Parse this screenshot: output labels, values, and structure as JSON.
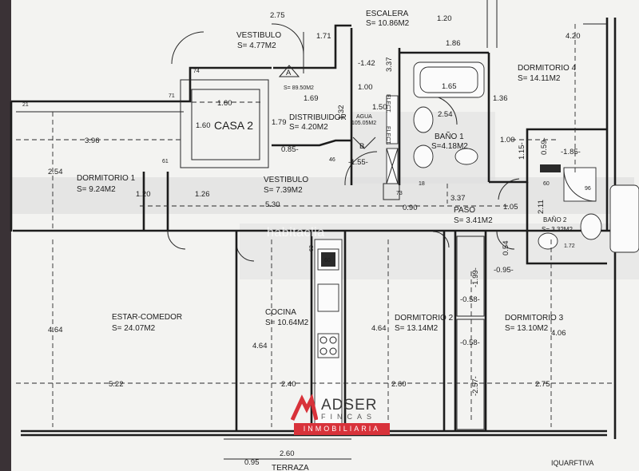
{
  "rooms": {
    "vestibulo_top": {
      "name": "VESTIBULO",
      "area": "S= 4.77M2"
    },
    "escalera": {
      "name": "ESCALERA",
      "area": "S= 10.86M2"
    },
    "distribuidor": {
      "name": "DISTRIBUIDOR",
      "area": "S= 4.20M2"
    },
    "casa": {
      "name": "CASA 2"
    },
    "bano1": {
      "name": "BAÑO 1",
      "area": "S=4.18M2"
    },
    "dormitorio4": {
      "name": "DORMITORIO 4",
      "area": "S= 14.11M2"
    },
    "dormitorio1": {
      "name": "DORMITORIO 1",
      "area": "S= 9.24M2"
    },
    "vestibulo_mid": {
      "name": "VESTIBULO",
      "area": "S= 7.39M2"
    },
    "paso": {
      "name": "PASO",
      "area": "S= 3.41M2"
    },
    "bano2": {
      "name": "BAÑO 2",
      "area": "S= 3.32M2"
    },
    "estar": {
      "name": "ESTAR-COMEDOR",
      "area": "S= 24.07M2"
    },
    "cocina": {
      "name": "COCINA",
      "area": "S= 10.64M2"
    },
    "dormitorio2": {
      "name": "DORMITORIO 2",
      "area": "S= 13.14M2"
    },
    "dormitorio3": {
      "name": "DORMITORIO 3",
      "area": "S= 13.10M2"
    },
    "terraza": {
      "name": "TERRAZA"
    }
  },
  "labels": {
    "marker_a": "A",
    "marker_b": "B",
    "total_area": "S= 89.50M2",
    "agua_label": "AGUA",
    "agua_area": "105.05M2",
    "elect1": "ELECT.",
    "elect2": "ELECT.",
    "bottom_right_note": "IQUARFTIVA"
  },
  "dimensions": {
    "d_275": "2.75",
    "d_120a": "1.20",
    "d_420": "4.20",
    "d_171": "1.71",
    "d_186": "1.86",
    "d_142": "-1.42",
    "d_100a": "1.00",
    "d_337v": "3.37",
    "d_165": "1.65",
    "d_169": "1.69",
    "d_150": "1.50",
    "d_132": "1.32",
    "d_254a": "2.54",
    "d_136": "1.36",
    "d_160h": "1.60",
    "d_160v": "1.60",
    "d_179": "1.79",
    "d_085": "0.85-",
    "d_155": "-1.55-",
    "d_100b": "1.00",
    "d_115": "1.15-",
    "d_059": "0.59-",
    "d_185": "-1.85-",
    "d_396": "3.96",
    "d_254b": "2.54",
    "d_120b": "1.20",
    "d_126": "1.26",
    "d_530": "5.30",
    "d_090": "0.90",
    "d_337h": "3.37",
    "d_105": "1.05",
    "d_211": "2.11",
    "d_054": "0.54",
    "d_095a": "-0.95-",
    "d_172": "1.72",
    "d_199": "-1.99-",
    "d_058a": "-0.58-",
    "d_058b": "-0.58-",
    "d_464a": "4.64",
    "d_464b": "4.64",
    "d_464c": "4.64",
    "d_406": "4.06",
    "d_257": "-2.57-",
    "d_522": "5.22",
    "d_240": "2.40",
    "d_260a": "2.60",
    "d_275b": "2.75",
    "d_260b": "2.60",
    "d_095b": "0.95",
    "d_60": "60",
    "d_96": "96",
    "d_74": "74",
    "d_71": "71",
    "d_61": "61",
    "d_73": "73",
    "d_18": "18",
    "d_46": "46",
    "d_21": "21",
    "d_63": "63",
    "d_60k": "60"
  },
  "logo": {
    "name": "ADSER",
    "sub": "FINCAS",
    "bar": "INMOBILIARIA"
  },
  "watermark": "habitaclia",
  "colors": {
    "paper": "#f3f3f1",
    "ink": "#1c1c1c",
    "logo_red": "#d8323a"
  }
}
